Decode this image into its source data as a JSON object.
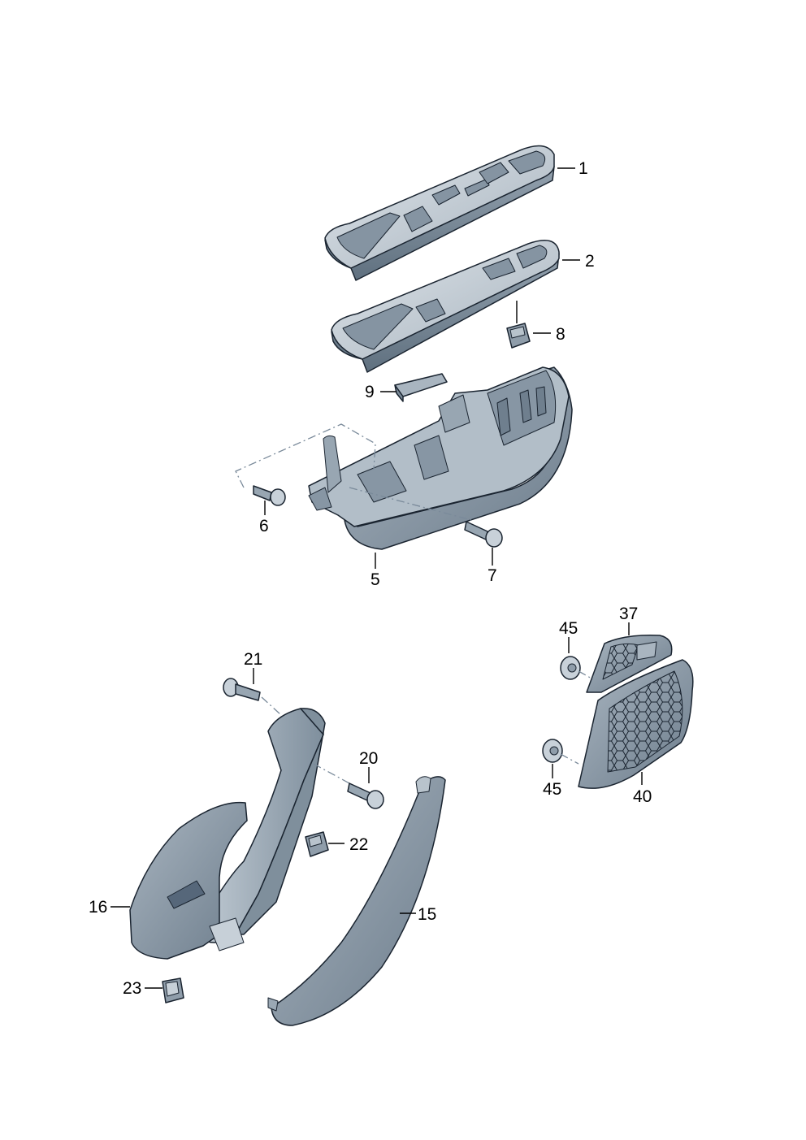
{
  "labels": {
    "p1": "1",
    "p2": "2",
    "p5": "5",
    "p6": "6",
    "p7": "7",
    "p8": "8",
    "p9": "9",
    "p15": "15",
    "p16": "16",
    "p20": "20",
    "p21": "21",
    "p22": "22",
    "p23": "23",
    "p37": "37",
    "p40": "40",
    "p45a": "45",
    "p45b": "45"
  },
  "colors": {
    "part_light": "#c3cdd6",
    "part_mid": "#98a6b3",
    "part_dark": "#6e7f8e",
    "outline": "#1a2430",
    "leader": "#000000"
  }
}
